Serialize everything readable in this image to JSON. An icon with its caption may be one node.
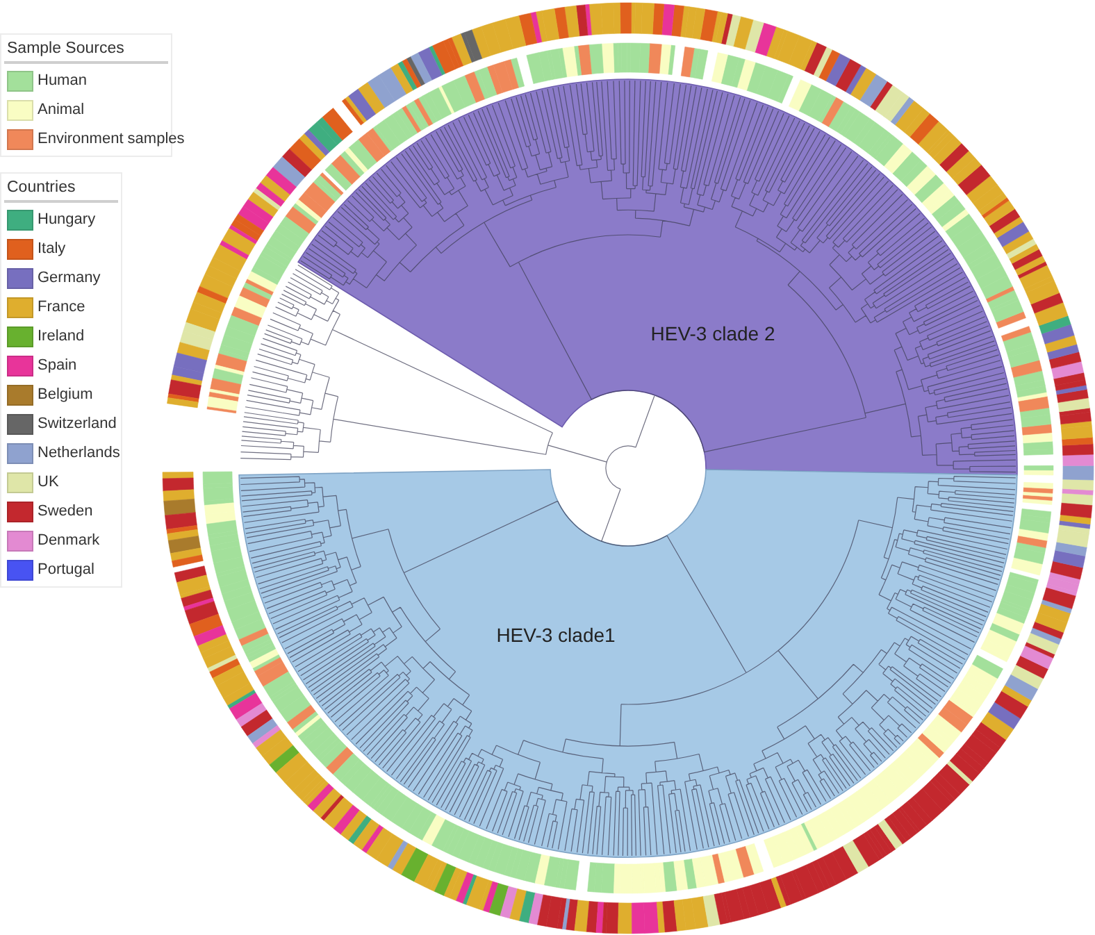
{
  "diagram": {
    "nodes": [
      {
        "text": [
          "HEV-3 clade 2"
        ]
      },
      {
        "text": [
          "HEV-3 clade1"
        ]
      }
    ],
    "labels": [
      "Sample Sources",
      "Countries"
    ],
    "legend": [
      {
        "text": "Human",
        "color": "#a3e09b"
      },
      {
        "text": "Animal",
        "color": "#f9fdc3"
      },
      {
        "text": "Environment samples",
        "color": "#f0885a"
      },
      {
        "text": "Hungary",
        "color": "#3fae80"
      },
      {
        "text": "Italy",
        "color": "#e0601e"
      },
      {
        "text": "Germany",
        "color": "#776fbf"
      },
      {
        "text": "France",
        "color": "#dfae2e"
      },
      {
        "text": "Ireland",
        "color": "#68b12f"
      },
      {
        "text": "Spain",
        "color": "#e8349a"
      },
      {
        "text": "Belgium",
        "color": "#a97b2c"
      },
      {
        "text": "Switzerland",
        "color": "#666666"
      },
      {
        "text": "Netherlands",
        "color": "#8fa2cf"
      },
      {
        "text": "UK",
        "color": "#dfe6a8"
      },
      {
        "text": "Sweden",
        "color": "#c3282e"
      },
      {
        "text": "Denmark",
        "color": "#e38ad2"
      },
      {
        "text": "Portugal",
        "color": "#4853f2"
      }
    ]
  }
}
